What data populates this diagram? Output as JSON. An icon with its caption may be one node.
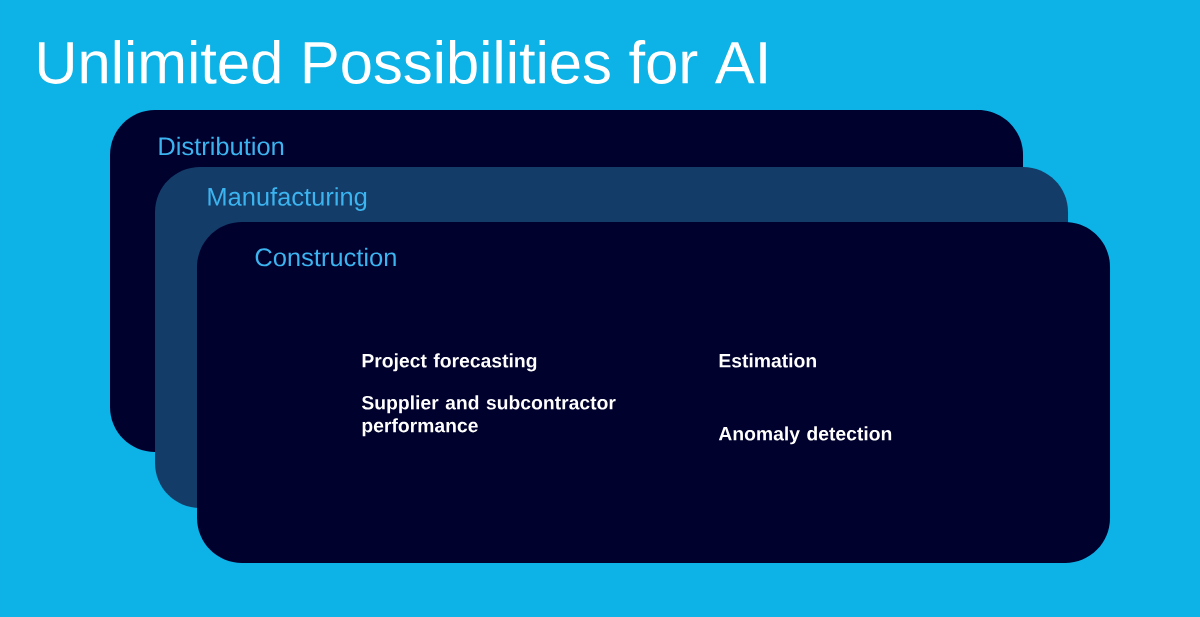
{
  "diagram": {
    "title": "Unlimited Possibilities for AI",
    "nodes": [
      {
        "text": [
          "Distribution"
        ]
      },
      {
        "text": [
          "Manufacturing"
        ]
      },
      {
        "text": [
          "Construction",
          "Project forecasting",
          "Estimation",
          "Supplier and subcontractor performance",
          "Anomaly detection"
        ]
      }
    ]
  }
}
